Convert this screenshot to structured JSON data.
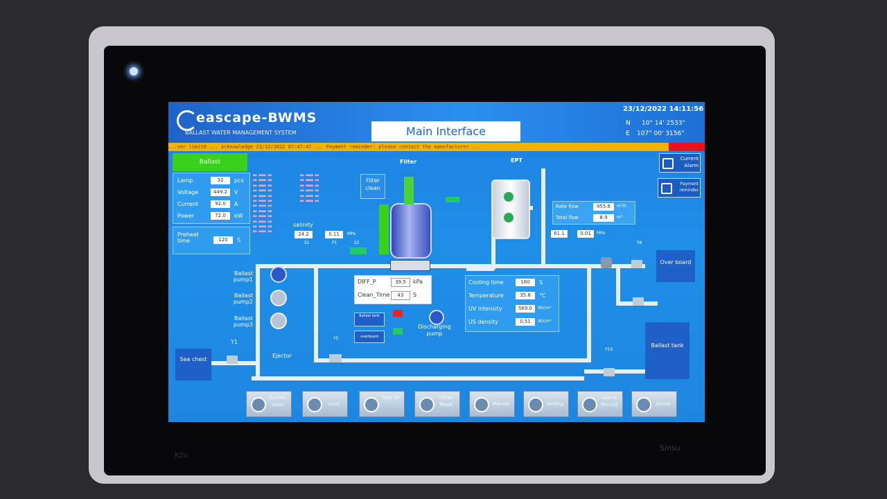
{
  "brand": {
    "name": "eascape-BWMS",
    "subtitle": "BALLAST WATER MANAGEMENT SYSTEM"
  },
  "header": {
    "title": "Main Interface",
    "datetime": "23/12/2022 14:11:56",
    "lat_dir": "N",
    "lat": "10°  14'   2533\"",
    "lon_dir": "E",
    "lon": "107°  00'   3156\""
  },
  "ticker": "...ver limit0 ... Acknowledge 23/12/2022 07:47:47 ... Payment reminder: please contact the manufacturer ...",
  "mode_button": "Ballast",
  "lamp_panel": {
    "rows": [
      {
        "label": "Lamp",
        "value": "32",
        "unit": "pcs"
      },
      {
        "label": "Voltage",
        "value": "449.2",
        "unit": "V"
      },
      {
        "label": "Current",
        "value": "92.0",
        "unit": "A"
      },
      {
        "label": "Power",
        "value": "72.0",
        "unit": "kW"
      }
    ],
    "preheat_label": "Preheat time",
    "preheat_value": "120",
    "preheat_unit": "S"
  },
  "filter": {
    "title": "Filter",
    "clean_label": "Filter clean"
  },
  "ept": {
    "title": "EPT"
  },
  "side_buttons": {
    "alarm": "Current Alarm",
    "payment": "Payment reminder"
  },
  "flow": {
    "rate_label": "Rate flow",
    "rate_value": "955.6",
    "rate_unit": "m³/h",
    "total_label": "Total flow",
    "total_value": "8.9",
    "total_unit": "m³"
  },
  "inlet": {
    "salinity_label": "salinity",
    "salinity_value": "24.2",
    "pressure_value": "0.11",
    "pressure_unit": "MPa"
  },
  "outlet": {
    "value1": "61.1",
    "value2": "0.01",
    "unit": "MPa"
  },
  "dp_panel": {
    "dp_label": "DIFF_P",
    "dp_value": "39.5",
    "dp_unit": "kPa",
    "clean_label": "Clean_Time",
    "clean_value": "43",
    "clean_unit": "S"
  },
  "uv_panel": {
    "rows": [
      {
        "label": "Cooling time",
        "value": "180",
        "unit": "S"
      },
      {
        "label": "Temperature",
        "value": "35.6",
        "unit": "°C"
      },
      {
        "label": "UV intensity",
        "value": "569.0",
        "unit": "W/cm²"
      },
      {
        "label": "US density",
        "value": "0.51",
        "unit": "W/cm²"
      }
    ]
  },
  "pumps": {
    "p1": "Ballast pump1",
    "p2": "Ballast pump2",
    "p3": "Ballast pump3",
    "ejector": "Ejector",
    "discharging": "Discharging pump"
  },
  "small_buttons": {
    "ballast_tank": "Ballast tank",
    "overboard": "overboard"
  },
  "tanks": {
    "sea_chest": "Sea chest",
    "ballast_tank": "Ballast tank",
    "overboard": "Over board"
  },
  "valves": {
    "v1": "Y1",
    "v5": "Y5",
    "v10": "Y10",
    "v8": "Y8",
    "s1": "S1",
    "s2": "S2",
    "p1": "P1"
  },
  "nav": [
    {
      "label": "Commi ssion",
      "icon": "commission-icon"
    },
    {
      "label": "Lock",
      "icon": "lock-icon"
    },
    {
      "label": "Tran fer",
      "icon": "transfer-icon"
    },
    {
      "label": "Clean Mode",
      "icon": "clean-icon"
    },
    {
      "label": "Manual",
      "icon": "manual-icon"
    },
    {
      "label": "Setting",
      "icon": "setting-icon"
    },
    {
      "label": "Alarm Record",
      "icon": "alarm-record-icon"
    },
    {
      "label": "Home",
      "icon": "home-icon"
    }
  ],
  "device": {
    "left_mark": "K2u",
    "right_mark": "Sinsu"
  }
}
